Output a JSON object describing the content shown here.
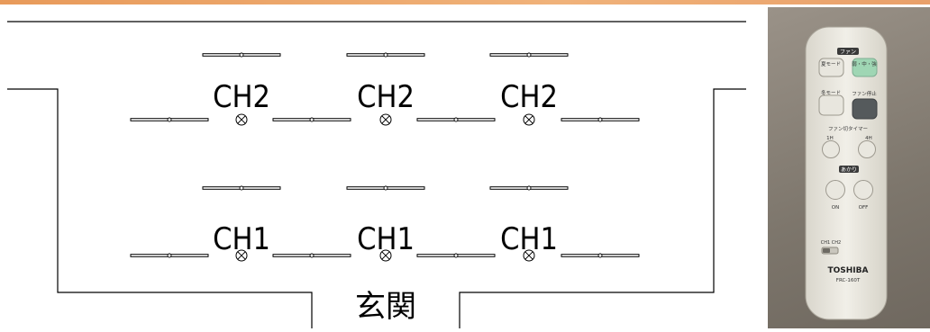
{
  "floor_plan": {
    "rows": [
      {
        "channel_label": "CH2"
      },
      {
        "channel_label": "CH1"
      }
    ],
    "entrance_label": "玄関"
  },
  "remote": {
    "header_badge": "ファン",
    "buttons": {
      "summer_mode": "夏モード",
      "speed": "弱・中・強",
      "winter_mode": "冬モード",
      "fan_stop": "ファン停止",
      "one_hour": "1H",
      "four_hour": "4H",
      "on": "ON",
      "off": "OFF"
    },
    "fan_timer_label": "ファン切タイマー",
    "lighting_badge": "あかり",
    "ch_switch_label": "CH1 CH2",
    "brand": "TOSHIBA",
    "model": "FRC-160T",
    "colors": {
      "speed_button": "#9fd6b4",
      "fan_stop_button": "#555a5c",
      "body": "#eceae2"
    }
  }
}
